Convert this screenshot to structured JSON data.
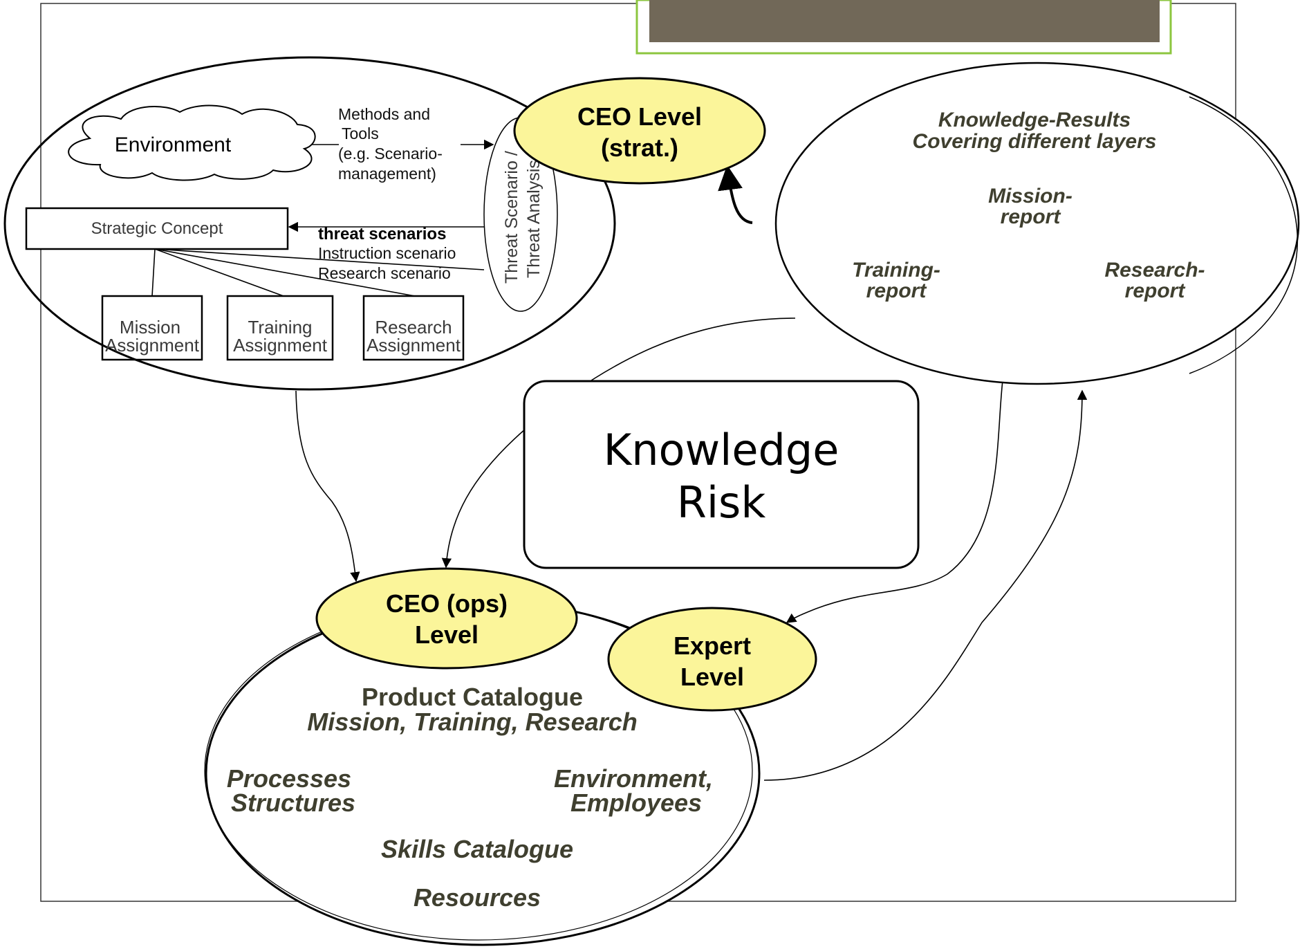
{
  "strategic": {
    "environment": "Environment",
    "methods": [
      "Methods and",
      "Tools",
      "(e.g. Scenario-",
      "management)"
    ],
    "strategic_concept": "Strategic Concept",
    "threat_scenarios": "threat scenarios",
    "instruction_scenario": "Instruction scenario",
    "research_scenario": "Research scenario",
    "threat_vertical": [
      "Threat Scenario /",
      "Threat Analysis"
    ],
    "mission_assignment": [
      "Mission",
      "Assignment"
    ],
    "training_assignment": [
      "Training",
      "Assignment"
    ],
    "research_assignment": [
      "Research",
      "Assignment"
    ]
  },
  "levels": {
    "ceo_strat": [
      "CEO Level",
      "(strat.)"
    ],
    "ceo_ops": [
      "CEO (ops)",
      "Level"
    ],
    "expert": [
      "Expert",
      "Level"
    ]
  },
  "results": {
    "knowledge_results": [
      "Knowledge-Results",
      "Covering different layers"
    ],
    "mission_report": [
      "Mission-",
      "report"
    ],
    "training_report": [
      "Training-",
      "report"
    ],
    "research_report": [
      "Research-",
      "report"
    ]
  },
  "center": {
    "title": [
      "Knowledge",
      "Risk"
    ]
  },
  "catalogue": {
    "product_catalogue": "Product Catalogue",
    "mission_training_research": "Mission, Training, Research",
    "processes": [
      "Processes",
      "Structures"
    ],
    "environment_employees": [
      "Environment,",
      "Employees"
    ],
    "skills": "Skills Catalogue",
    "resources": "Resources"
  },
  "colors": {
    "level_fill": "#fbf59a",
    "header_bar": "#716858",
    "header_border": "#8cc63f"
  }
}
